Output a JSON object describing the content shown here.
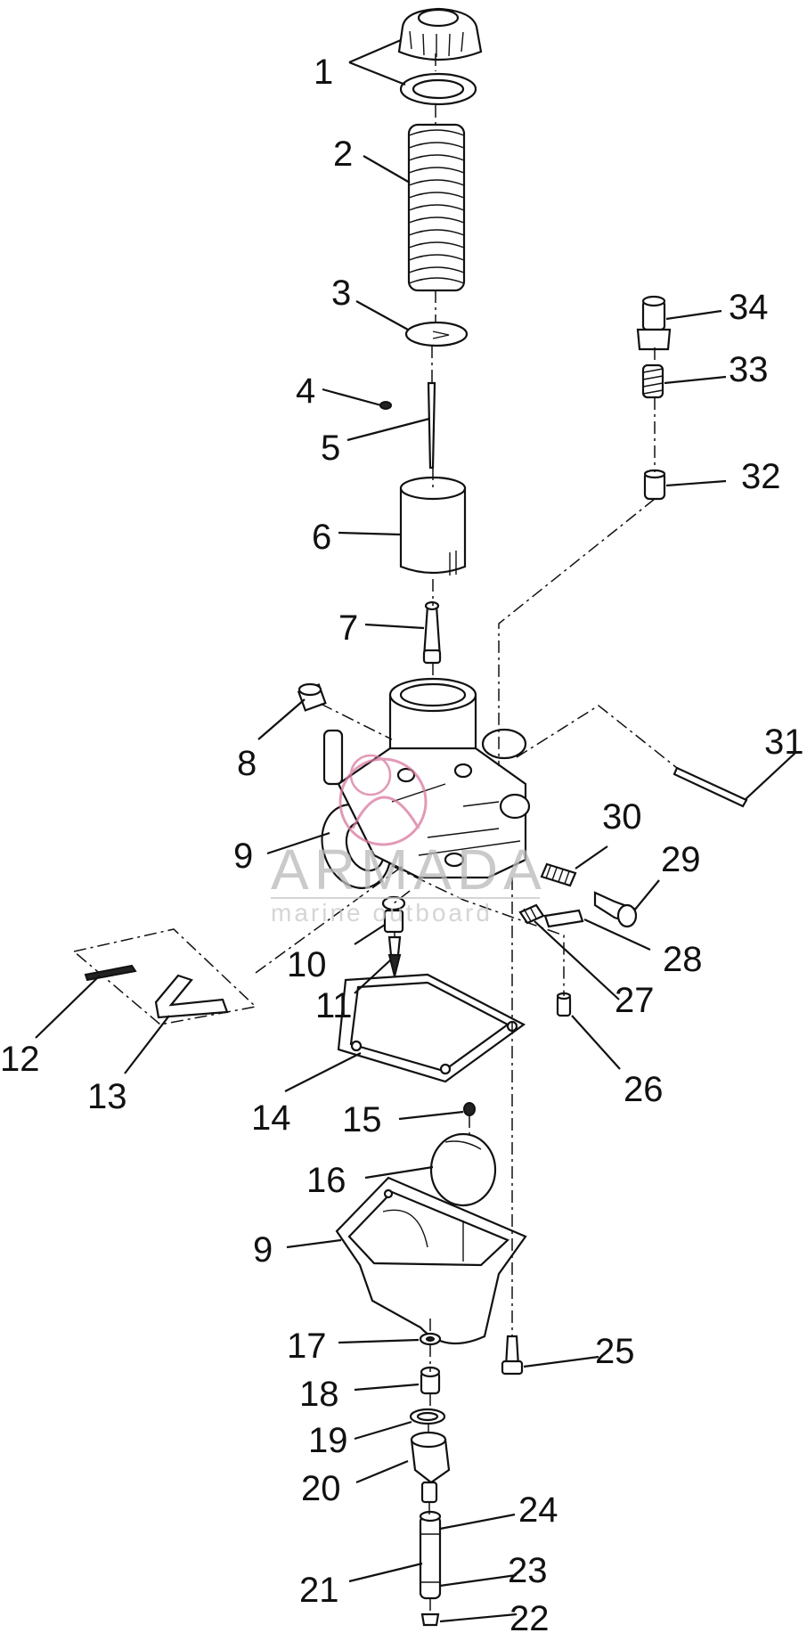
{
  "watermark": {
    "brand": "ARMADA",
    "tagline": "marine outboard",
    "logo_color": "#d9789f"
  },
  "callouts": [
    {
      "id": "1"
    },
    {
      "id": "2"
    },
    {
      "id": "3"
    },
    {
      "id": "4"
    },
    {
      "id": "5"
    },
    {
      "id": "6"
    },
    {
      "id": "7"
    },
    {
      "id": "8"
    },
    {
      "id": "9"
    },
    {
      "id": "9"
    },
    {
      "id": "10"
    },
    {
      "id": "11"
    },
    {
      "id": "12"
    },
    {
      "id": "13"
    },
    {
      "id": "14"
    },
    {
      "id": "15"
    },
    {
      "id": "16"
    },
    {
      "id": "17"
    },
    {
      "id": "18"
    },
    {
      "id": "19"
    },
    {
      "id": "20"
    },
    {
      "id": "21"
    },
    {
      "id": "22"
    },
    {
      "id": "23"
    },
    {
      "id": "24"
    },
    {
      "id": "25"
    },
    {
      "id": "26"
    },
    {
      "id": "27"
    },
    {
      "id": "28"
    },
    {
      "id": "29"
    },
    {
      "id": "30"
    },
    {
      "id": "31"
    },
    {
      "id": "32"
    },
    {
      "id": "33"
    },
    {
      "id": "34"
    }
  ]
}
